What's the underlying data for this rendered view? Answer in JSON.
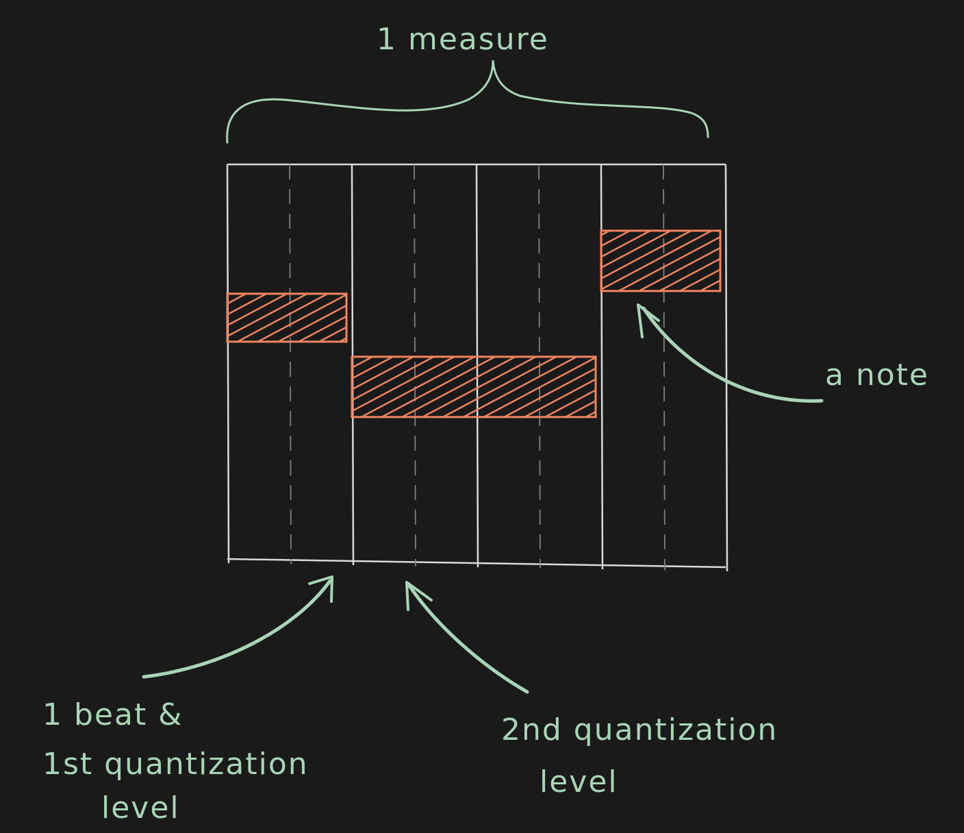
{
  "colors": {
    "background": "#1a1a1a",
    "annotation": "#a8d5b5",
    "grid_major": "#d9d9d9",
    "grid_minor": "#808080",
    "note": "#f0845f"
  },
  "labels": {
    "measure": "1 measure",
    "note": "a note",
    "beat_line1": "1 beat &",
    "beat_line2": "1st quantization",
    "beat_line3": "level",
    "second_line1": "2nd quantization",
    "second_line2": "level"
  },
  "grid": {
    "beats": 4,
    "subdivisions_per_beat": 2
  },
  "notes": [
    {
      "start_step": 0,
      "length_steps": 2,
      "pitch_level": 2
    },
    {
      "start_step": 2,
      "length_steps": 4,
      "pitch_level": 1
    },
    {
      "start_step": 6,
      "length_steps": 2,
      "pitch_level": 3
    }
  ]
}
